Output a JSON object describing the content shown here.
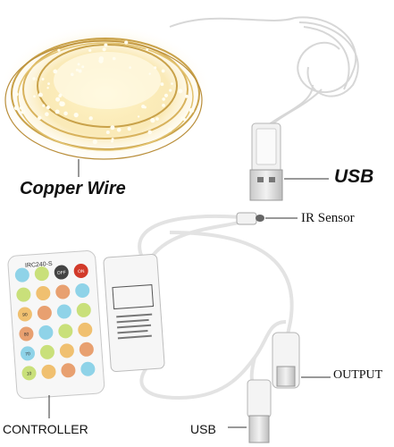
{
  "labels": {
    "copper_wire": "Copper Wire",
    "usb_top": "USB",
    "ir_sensor": "IR Sensor",
    "output": "OUTPUT",
    "controller": "CONTROLLER",
    "usb_bottom": "USB"
  },
  "remote": {
    "model": "IRC240-S",
    "buttons": [
      "",
      "",
      "OFF",
      "ON",
      "",
      "",
      "",
      "",
      "90",
      "",
      "",
      "",
      "80",
      "",
      "",
      "",
      "70",
      "",
      "",
      "",
      "10",
      "",
      "",
      ""
    ]
  },
  "colors": {
    "led_glow": "#fff1b8",
    "copper": "#c9a24a",
    "cable": "#e8e8e8",
    "label_text": "#111111"
  }
}
